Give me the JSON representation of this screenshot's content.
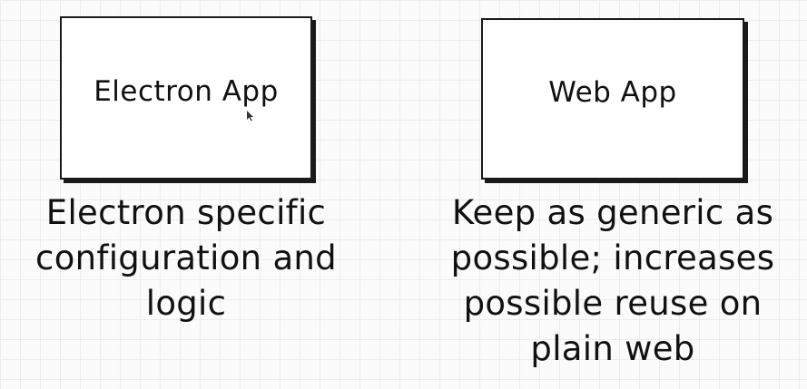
{
  "boxes": [
    {
      "label": "Electron App",
      "caption_lines": [
        "Electron specific",
        "configuration and",
        "logic"
      ]
    },
    {
      "label": "Web App",
      "caption_lines": [
        "Keep as generic as",
        "possible; increases",
        "possible reuse on",
        "plain web"
      ]
    }
  ]
}
